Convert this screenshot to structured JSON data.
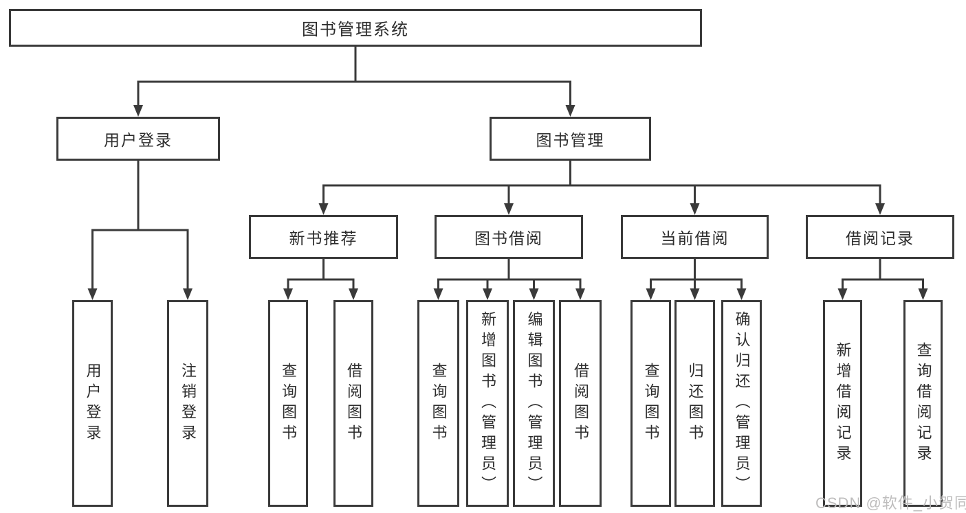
{
  "tree": {
    "label": "图书管理系统",
    "children": [
      {
        "label": "用户登录",
        "children": [
          {
            "label": "用户登录"
          },
          {
            "label": "注销登录"
          }
        ]
      },
      {
        "label": "图书管理",
        "children": [
          {
            "label": "新书推荐",
            "children": [
              {
                "label": "查询图书"
              },
              {
                "label": "借阅图书"
              }
            ]
          },
          {
            "label": "图书借阅",
            "children": [
              {
                "label": "查询图书"
              },
              {
                "label": "新增图书（管理员）"
              },
              {
                "label": "编辑图书（管理员）"
              },
              {
                "label": "借阅图书"
              }
            ]
          },
          {
            "label": "当前借阅",
            "children": [
              {
                "label": "查询图书"
              },
              {
                "label": "归还图书"
              },
              {
                "label": "确认归还（管理员）"
              }
            ]
          },
          {
            "label": "借阅记录",
            "children": [
              {
                "label": "新增借阅记录"
              },
              {
                "label": "查询借阅记录"
              }
            ]
          }
        ]
      }
    ]
  },
  "watermark": "CSDN @软件_小贺同学",
  "colors": {
    "line": "#3a3a3a",
    "text": "#2d2d2d",
    "box_background": "#ffffff",
    "page_background": "#ffffff",
    "watermark": "#bab9b9"
  }
}
